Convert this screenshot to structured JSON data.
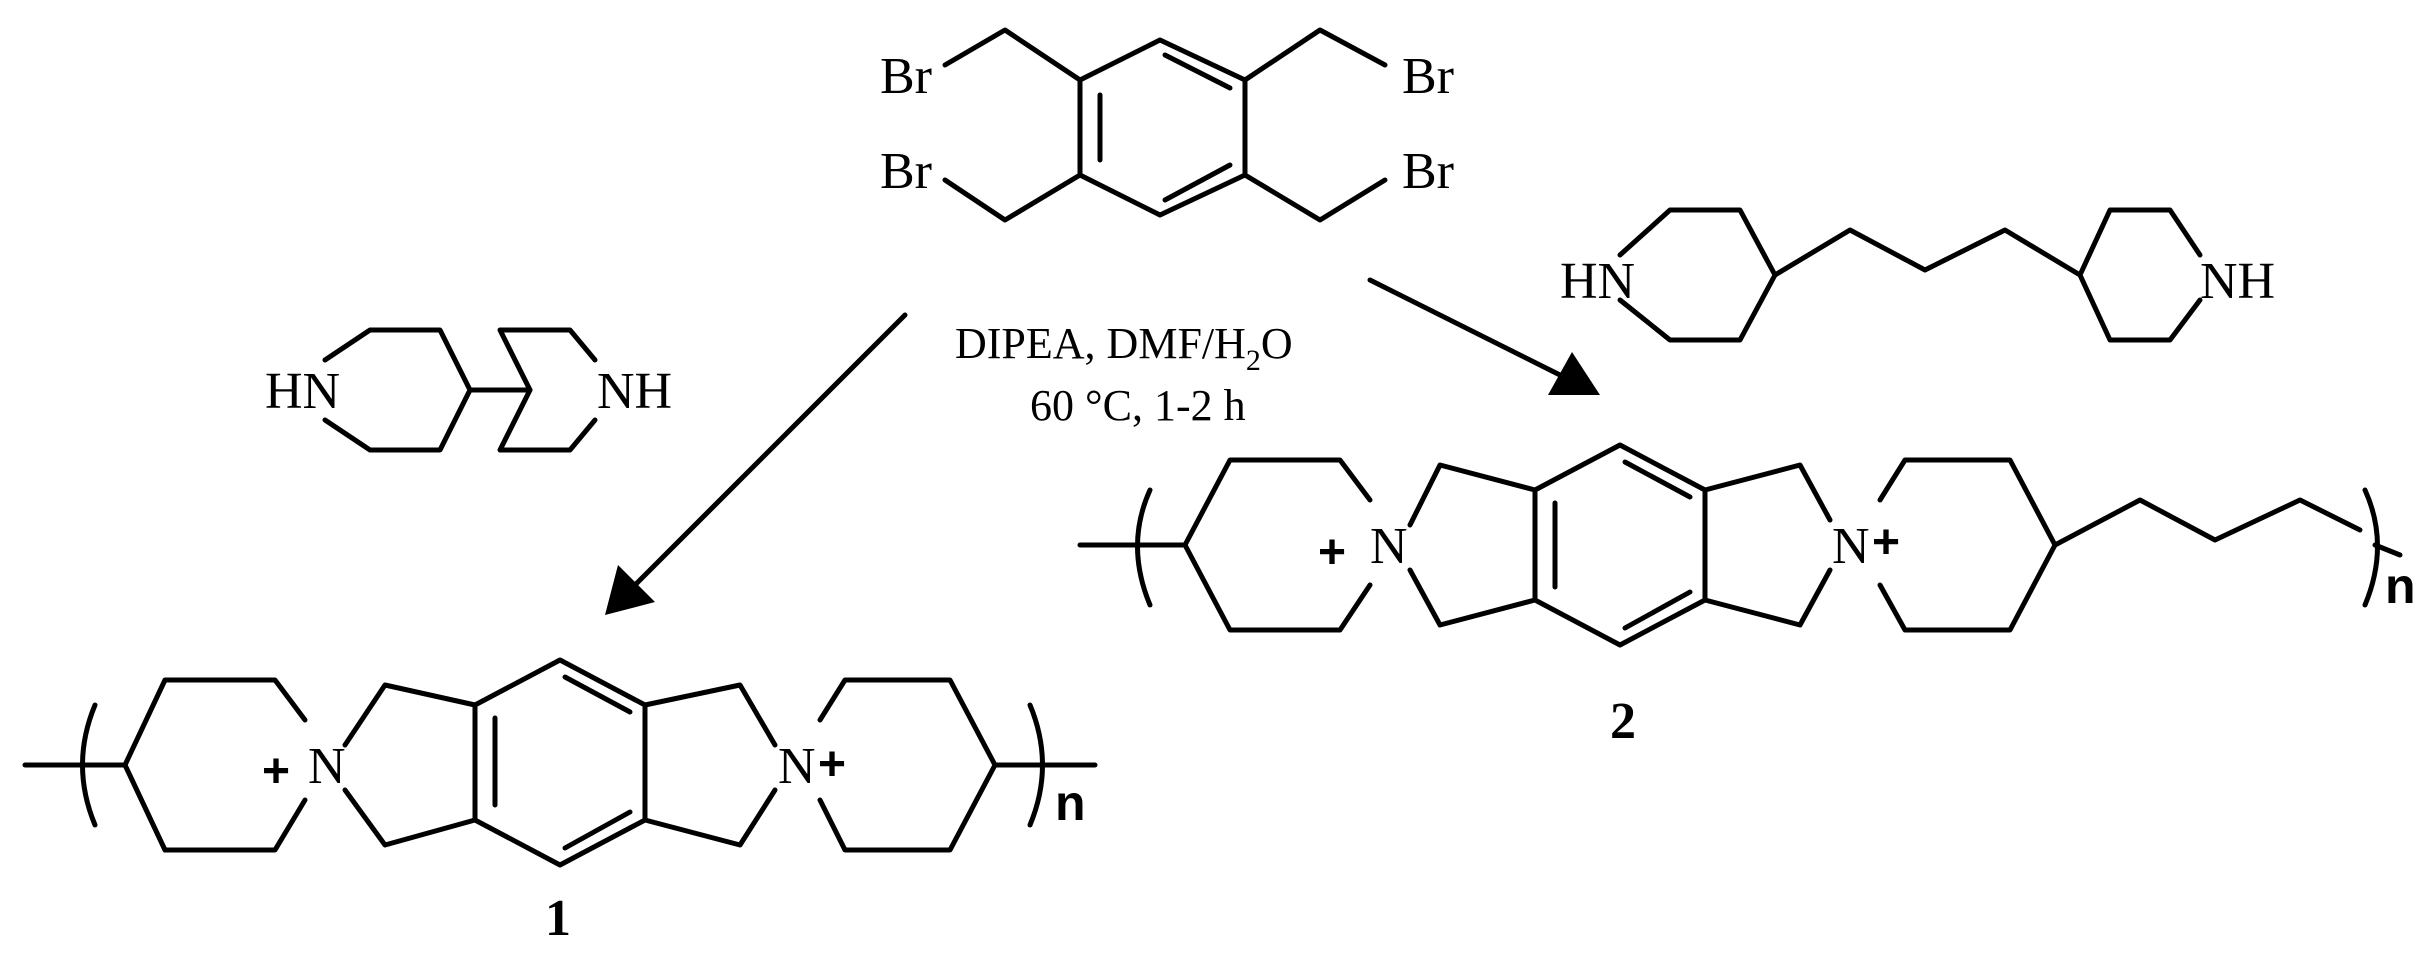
{
  "reagent": {
    "br1": "Br",
    "br2": "Br",
    "br3": "Br",
    "br4": "Br"
  },
  "conditions": {
    "line1_prefix": "DIPEA, DMF/H",
    "line1_sub": "2",
    "line1_suffix": "O",
    "line2": "60 °C, 1-2 h"
  },
  "amine_left": {
    "left_nh": "HN",
    "right_nh": "NH"
  },
  "amine_right": {
    "left_nh": "HN",
    "right_nh": "NH"
  },
  "product_1": {
    "n_left": "N",
    "n_right": "N",
    "charge_left": "+",
    "charge_right": "+",
    "repeat": "n",
    "label": "1"
  },
  "product_2": {
    "n_left": "N",
    "n_right": "N",
    "charge_left": "+",
    "charge_right": "+",
    "repeat": "n",
    "label": "2"
  }
}
